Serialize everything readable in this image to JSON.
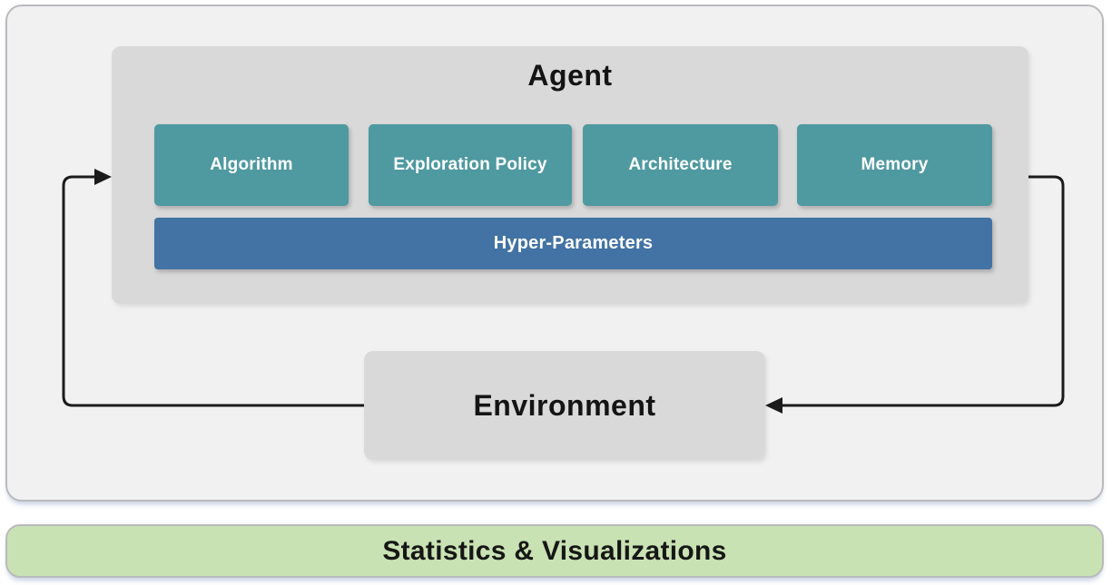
{
  "agent": {
    "title": "Agent",
    "modules": [
      {
        "label": "Algorithm"
      },
      {
        "label": "Exploration Policy"
      },
      {
        "label": "Architecture"
      },
      {
        "label": "Memory"
      }
    ],
    "hyper_parameters_label": "Hyper-Parameters"
  },
  "environment": {
    "title": "Environment"
  },
  "footer": {
    "label": "Statistics & Visualizations"
  },
  "arrows": [
    {
      "name": "environment-to-agent",
      "from": "Environment",
      "to": "Agent"
    },
    {
      "name": "agent-to-environment",
      "from": "Agent",
      "to": "Environment"
    }
  ],
  "colors": {
    "module_teal": "#4f99a1",
    "hyper_parameters_blue": "#4273a4",
    "container_gray": "#d9d9d9",
    "outer_background": "#f1f1f2",
    "footer_green": "#c9e2b3",
    "panel_border_gray": "#b9babe",
    "arrow_black": "#1b1b1b"
  }
}
